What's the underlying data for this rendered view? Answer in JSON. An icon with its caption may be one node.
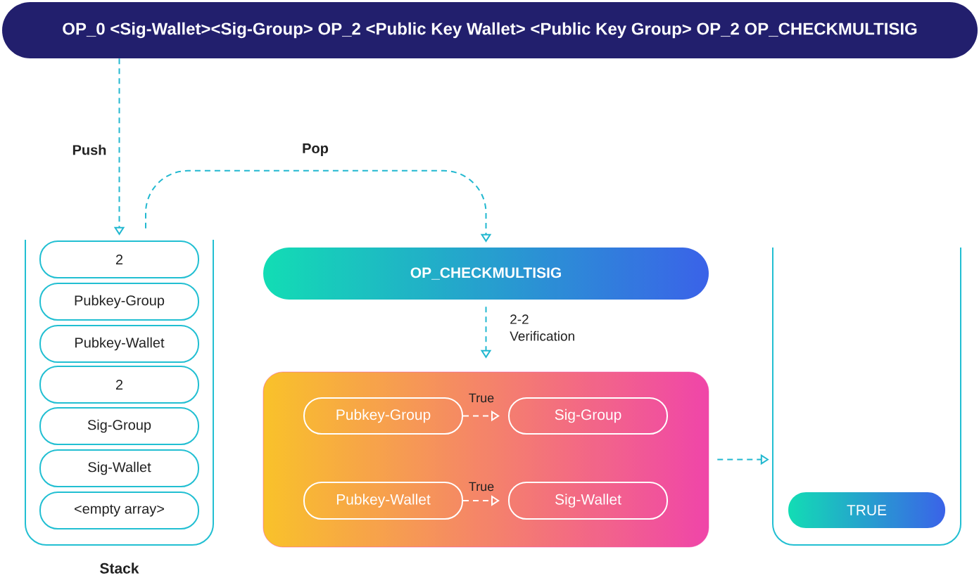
{
  "diagram": {
    "nodes": [
      {
        "text": [
          "OP_0 <Sig-Wallet><Sig-Group> OP_2 <Public Key Wallet> <Public Key Group> OP_2 OP_CHECKMULTISIG"
        ]
      },
      {
        "text": [],
        "shape": "box",
        "beside": [
          "Stack"
        ]
      },
      {
        "text": [
          "2"
        ],
        "in": 1
      },
      {
        "text": [
          "Pubkey-Group"
        ],
        "in": 1
      },
      {
        "text": [
          "Pubkey-Wallet"
        ],
        "in": 1
      },
      {
        "text": [
          "2"
        ],
        "in": 1
      },
      {
        "text": [
          "Sig-Group"
        ],
        "in": 1
      },
      {
        "text": [
          "Sig-Wallet"
        ],
        "in": 1
      },
      {
        "text": [
          "<empty array>"
        ],
        "in": 1
      },
      {
        "text": [
          "OP_CHECKMULTISIG"
        ]
      },
      {
        "text": [],
        "shape": "box"
      },
      {
        "text": [
          "Pubkey-Group"
        ],
        "in": 10
      },
      {
        "text": [
          "Sig-Group"
        ],
        "in": 10
      },
      {
        "text": [
          "Pubkey-Wallet"
        ],
        "in": 10
      },
      {
        "text": [
          "Sig-Wallet"
        ],
        "in": 10
      },
      {
        "text": [],
        "shape": "box"
      },
      {
        "text": [
          "TRUE"
        ],
        "in": 15
      }
    ],
    "edges": [
      {
        "from": 0,
        "to": 1,
        "arrow": "to",
        "label": "Push",
        "style": "dashed"
      },
      {
        "from": 1,
        "to": 9,
        "arrow": "to",
        "label": "Pop",
        "style": "dashed"
      },
      {
        "from": 9,
        "to": 10,
        "arrow": "to",
        "label": "2-2 Verification",
        "style": "dashed"
      },
      {
        "from": 11,
        "to": 12,
        "arrow": "to",
        "label": "True",
        "style": "dashed",
        "color": "#ffffff"
      },
      {
        "from": 13,
        "to": 14,
        "arrow": "to",
        "label": "True",
        "style": "dashed",
        "color": "#ffffff"
      },
      {
        "from": 10,
        "to": 15,
        "arrow": "to",
        "style": "dashed"
      }
    ]
  }
}
